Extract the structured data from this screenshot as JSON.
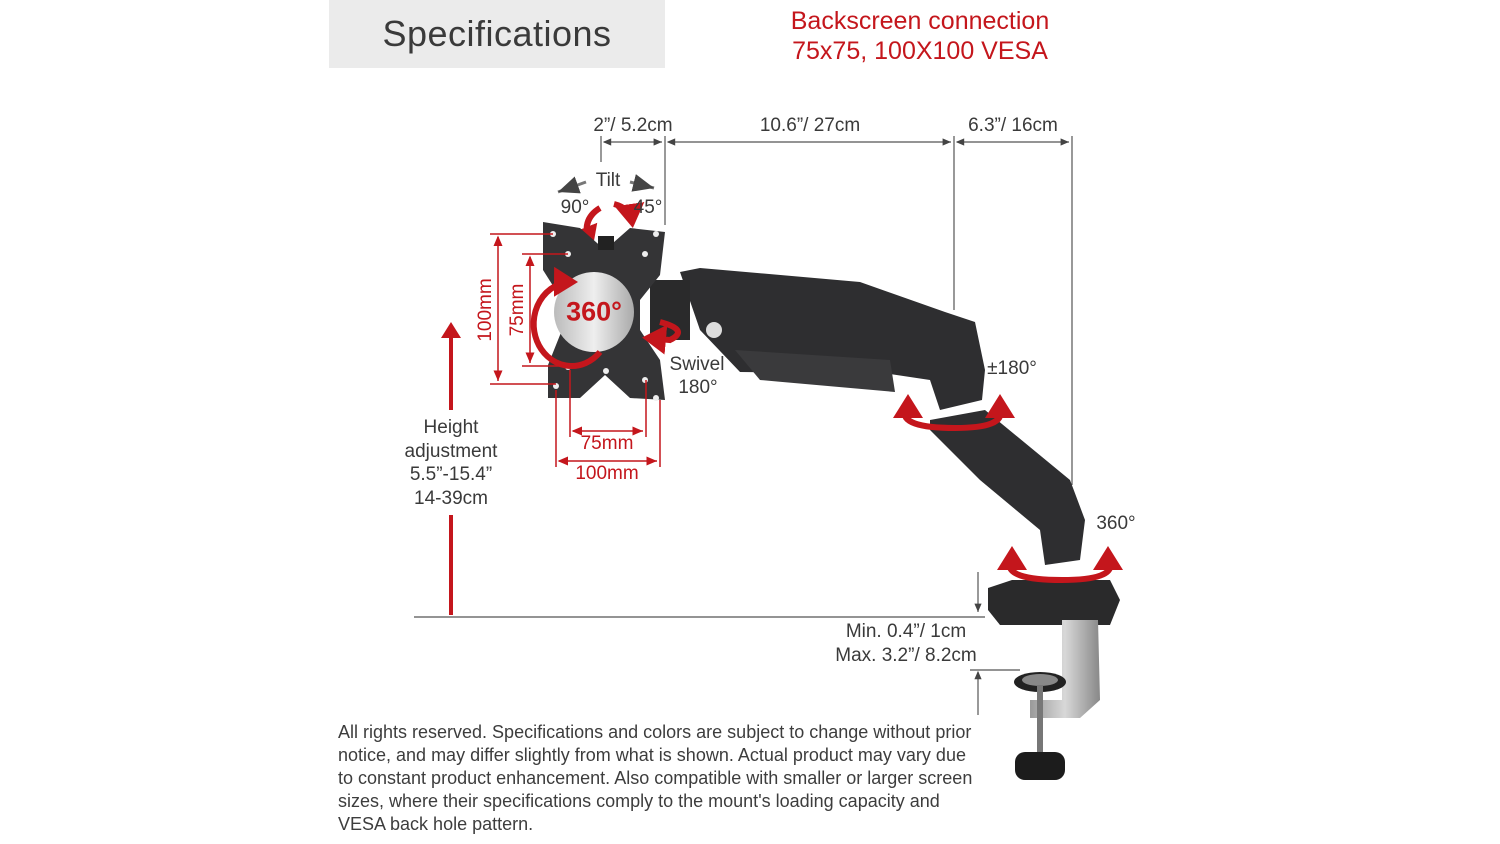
{
  "header": {
    "title": "Specifications"
  },
  "vesa_title": {
    "line1": "Backscreen connection",
    "line2": "75x75, 100X100 VESA"
  },
  "dimensions": {
    "top": [
      "2”/ 5.2cm",
      "10.6”/ 27cm",
      "6.3”/ 16cm"
    ],
    "vesa_vertical_outer": "100mm",
    "vesa_vertical_inner": "75mm",
    "vesa_horizontal_inner": "75mm",
    "vesa_horizontal_outer": "100mm",
    "clamp_min": "Min. 0.4”/ 1cm",
    "clamp_max": "Max. 3.2”/ 8.2cm"
  },
  "rotation": {
    "tilt_label": "Tilt",
    "tilt_back": "90°",
    "tilt_forward": "45°",
    "rotate": "360°",
    "swivel_label": "Swivel",
    "swivel_value": "180°",
    "elbow": "±180°",
    "base": "360°"
  },
  "height": {
    "lines": [
      "Height",
      "adjustment",
      "5.5”-15.4”",
      "14-39cm"
    ]
  },
  "footer": {
    "text": "All rights reserved. Specifications and colors are subject to change without prior notice, and may differ slightly from what is shown. Actual product may vary due to constant product enhancement. Also compatible with smaller or larger screen sizes, where their specifications comply to the mount's loading capacity and VESA back hole pattern."
  },
  "colors": {
    "accent": "#c4161c",
    "text": "#3a3a3a",
    "header_bg": "#ebebeb",
    "arm": "#2e2e30"
  }
}
